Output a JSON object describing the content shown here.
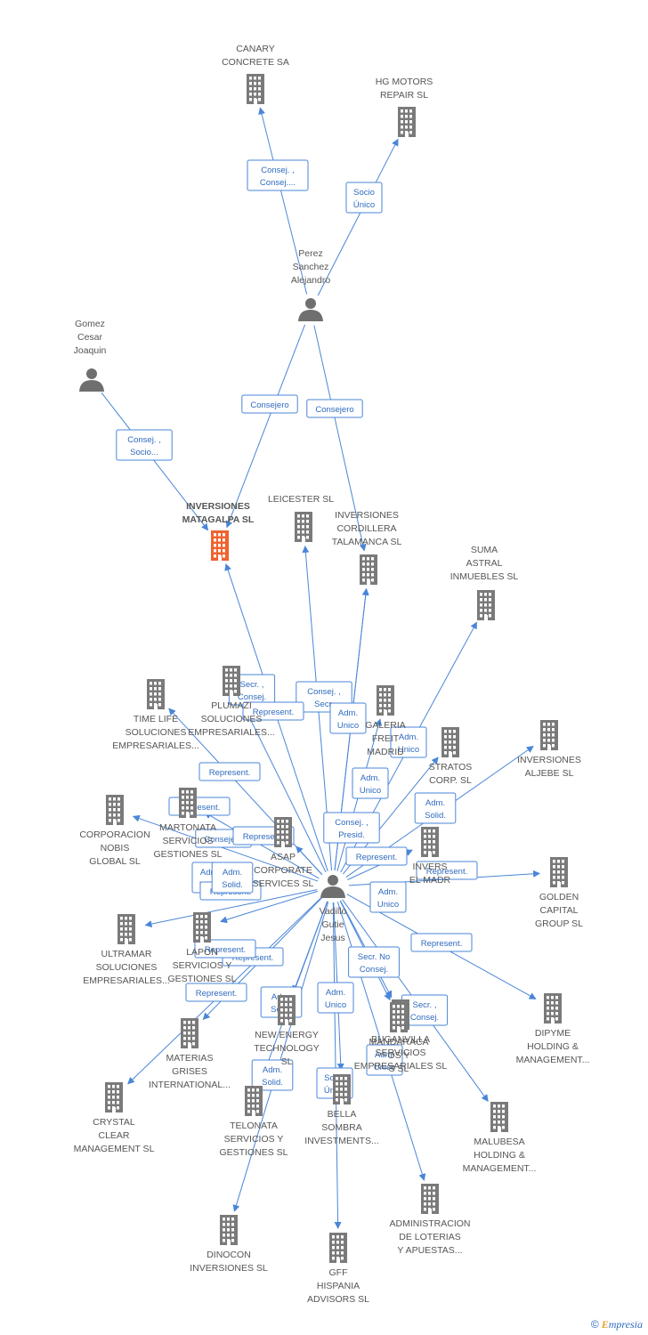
{
  "colors": {
    "edge": "#4a86d8",
    "company": "#7a7a7a",
    "focus_company": "#f0622f",
    "person": "#6f6f6f",
    "text": "#555555"
  },
  "footer": {
    "copyright": "©",
    "brand_initial": "E",
    "brand_rest": "mpresia"
  },
  "nodes": [
    {
      "id": "canary",
      "type": "company",
      "label": [
        "CANARY",
        "CONCRETE SA"
      ]
    },
    {
      "id": "hgmotors",
      "type": "company",
      "label": [
        "HG MOTORS",
        "REPAIR SL"
      ]
    },
    {
      "id": "perez",
      "type": "person",
      "label": [
        "Perez",
        "Sanchez",
        "Alejandro"
      ]
    },
    {
      "id": "gomez",
      "type": "person",
      "label": [
        "Gomez",
        "Cesar",
        "Joaquin"
      ]
    },
    {
      "id": "matagalpa",
      "type": "company",
      "focus": true,
      "label": [
        "INVERSIONES",
        "MATAGALPA SL"
      ]
    },
    {
      "id": "leicester",
      "type": "company",
      "label": [
        "LEICESTER SL"
      ]
    },
    {
      "id": "cordillera",
      "type": "company",
      "label": [
        "INVERSIONES",
        "CORDILLERA",
        "TALAMANCA SL"
      ]
    },
    {
      "id": "suma",
      "type": "company",
      "label": [
        "SUMA",
        "ASTRAL",
        "INMUEBLES SL"
      ]
    },
    {
      "id": "timelife",
      "type": "company",
      "label": [
        "TIME LIFE",
        "SOLUCIONES",
        "EMPRESARIALES..."
      ]
    },
    {
      "id": "plumazi",
      "type": "company",
      "label": [
        "PLUMAZI",
        "SOLUCIONES",
        "EMPRESARIALES..."
      ]
    },
    {
      "id": "galeria",
      "type": "company",
      "label": [
        "GALERIA",
        "FREIT",
        "MADRID"
      ]
    },
    {
      "id": "aljebe",
      "type": "company",
      "label": [
        "INVERSIONES",
        "ALJEBE SL"
      ]
    },
    {
      "id": "stratos",
      "type": "company",
      "label": [
        "STRATOS",
        "CORP. SL"
      ]
    },
    {
      "id": "corporacion",
      "type": "company",
      "label": [
        "CORPORACION",
        "NOBIS",
        "GLOBAL SL"
      ]
    },
    {
      "id": "martonata",
      "type": "company",
      "label": [
        "MARTONATA",
        "SERVICIOS",
        "GESTIONES SL"
      ]
    },
    {
      "id": "asap",
      "type": "company",
      "label": [
        "ASAP",
        "CORPORATE",
        "SERVICES SL"
      ]
    },
    {
      "id": "invmadrid",
      "type": "company",
      "label": [
        "INVERS",
        "EL MADR"
      ]
    },
    {
      "id": "golden",
      "type": "company",
      "label": [
        "GOLDEN",
        "CAPITAL",
        "GROUP SL"
      ]
    },
    {
      "id": "vadillo",
      "type": "person",
      "label": [
        "Vadillo",
        "Gutie",
        "Jesus"
      ]
    },
    {
      "id": "ultramar",
      "type": "company",
      "label": [
        "ULTRAMAR",
        "SOLUCIONES",
        "EMPRESARIALES..."
      ]
    },
    {
      "id": "lapon",
      "type": "company",
      "label": [
        "LAPON",
        "SERVICIOS Y",
        "GESTIONES SL"
      ]
    },
    {
      "id": "buganvilla",
      "type": "company",
      "label": [
        "BUGANVILLA",
        "SERVICIOS",
        "EMPRESARIALES SL"
      ]
    },
    {
      "id": "dipyme",
      "type": "company",
      "label": [
        "DIPYME",
        "HOLDING &",
        "MANAGEMENT..."
      ]
    },
    {
      "id": "newenergy",
      "type": "company",
      "label": [
        "NEW ENERGY",
        "TECHNOLOGY",
        "SL"
      ]
    },
    {
      "id": "materias",
      "type": "company",
      "label": [
        "MATERIAS",
        "GRISES",
        "INTERNATIONAL..."
      ]
    },
    {
      "id": "mandaraca",
      "type": "company",
      "label": [
        "MANDARACA",
        "OS Y",
        "S SL"
      ]
    },
    {
      "id": "crystal",
      "type": "company",
      "label": [
        "CRYSTAL",
        "CLEAR",
        "MANAGEMENT SL"
      ]
    },
    {
      "id": "telonata",
      "type": "company",
      "label": [
        "TELONATA",
        "SERVICIOS Y",
        "GESTIONES SL"
      ]
    },
    {
      "id": "bella",
      "type": "company",
      "label": [
        "BELLA",
        "SOMBRA",
        "INVESTMENTS..."
      ]
    },
    {
      "id": "malubesa",
      "type": "company",
      "label": [
        "MALUBESA",
        "HOLDING &",
        "MANAGEMENT..."
      ]
    },
    {
      "id": "administracion",
      "type": "company",
      "label": [
        "ADMINISTRACION",
        "DE LOTERIAS",
        "Y APUESTAS..."
      ]
    },
    {
      "id": "dinocon",
      "type": "company",
      "label": [
        "DINOCON",
        "INVERSIONES SL"
      ]
    },
    {
      "id": "gff",
      "type": "company",
      "label": [
        "GFF",
        "HISPANIA",
        "ADVISORS SL"
      ]
    }
  ],
  "edges": [
    {
      "from": "perez",
      "to": "canary",
      "label": [
        "Consej. ,",
        "Consej...."
      ]
    },
    {
      "from": "perez",
      "to": "hgmotors",
      "label": [
        "Socio",
        "Único"
      ]
    },
    {
      "from": "perez",
      "to": "matagalpa",
      "label": [
        "Consejero"
      ]
    },
    {
      "from": "perez",
      "to": "cordillera",
      "label": [
        "Consejero"
      ]
    },
    {
      "from": "gomez",
      "to": "matagalpa",
      "label": [
        "Consej. ,",
        "Socio..."
      ]
    },
    {
      "from": "vadillo",
      "to": "matagalpa",
      "label": [
        "Secr. ,",
        "Consej."
      ]
    },
    {
      "from": "vadillo",
      "to": "leicester",
      "label": [
        "Consej. ,",
        "Secr."
      ]
    },
    {
      "from": "vadillo",
      "to": "cordillera",
      "label": [
        "Represent."
      ]
    },
    {
      "from": "vadillo",
      "to": "suma",
      "label": [
        "Adm.",
        "Unico"
      ]
    },
    {
      "from": "vadillo",
      "to": "timelife",
      "label": [
        "Adm.",
        "Unico"
      ]
    },
    {
      "from": "vadillo",
      "to": "plumazi",
      "label": [
        "Represent."
      ]
    },
    {
      "from": "vadillo",
      "to": "galeria",
      "label": [
        "Adm.",
        "Unico"
      ]
    },
    {
      "from": "vadillo",
      "to": "aljebe",
      "label": [
        "Adm.",
        "Solid."
      ]
    },
    {
      "from": "vadillo",
      "to": "stratos",
      "label": [
        "Represent."
      ]
    },
    {
      "from": "vadillo",
      "to": "corporacion",
      "label": [
        "Consejero"
      ]
    },
    {
      "from": "vadillo",
      "to": "martonata",
      "label": [
        "Represent."
      ]
    },
    {
      "from": "vadillo",
      "to": "asap",
      "label": [
        "Represent."
      ]
    },
    {
      "from": "vadillo",
      "to": "invmadrid",
      "label": [
        "Represent."
      ]
    },
    {
      "from": "vadillo",
      "to": "golden",
      "label": [
        "Adm.",
        "Unico"
      ]
    },
    {
      "from": "vadillo",
      "to": "ultramar",
      "label": [
        "Adm.",
        "Unico"
      ]
    },
    {
      "from": "vadillo",
      "to": "lapon",
      "label": [
        "Represent."
      ]
    },
    {
      "from": "vadillo",
      "to": "buganvilla",
      "label": [
        "Represent."
      ]
    },
    {
      "from": "vadillo",
      "to": "dipyme",
      "label": [
        "Secr. No",
        "Consej."
      ]
    },
    {
      "from": "vadillo",
      "to": "newenergy",
      "label": [
        "Represent."
      ]
    },
    {
      "from": "vadillo",
      "to": "materias",
      "label": [
        "Adm.",
        "Solid."
      ]
    },
    {
      "from": "vadillo",
      "to": "mandaraca",
      "label": [
        "Represent."
      ]
    },
    {
      "from": "vadillo",
      "to": "crystal",
      "label": [
        "Adm.",
        "Unico"
      ]
    },
    {
      "from": "vadillo",
      "to": "telonata",
      "label": [
        "Adm.",
        "Solid."
      ]
    },
    {
      "from": "vadillo",
      "to": "bella",
      "label": [
        "Adm.",
        "Solid."
      ]
    },
    {
      "from": "vadillo",
      "to": "malubesa",
      "label": [
        "Socio",
        "Único"
      ]
    },
    {
      "from": "vadillo",
      "to": "administracion",
      "label": [
        "Secr. ,",
        "Consej."
      ]
    },
    {
      "from": "vadillo",
      "to": "dinocon",
      "label": [
        "Adm.",
        "Unico"
      ]
    },
    {
      "from": "vadillo",
      "to": "gff",
      "label": [
        "Represent."
      ]
    },
    {
      "from": "vadillo",
      "to": "cordillera",
      "label": [
        "Consej. ,",
        "Presid."
      ]
    }
  ]
}
